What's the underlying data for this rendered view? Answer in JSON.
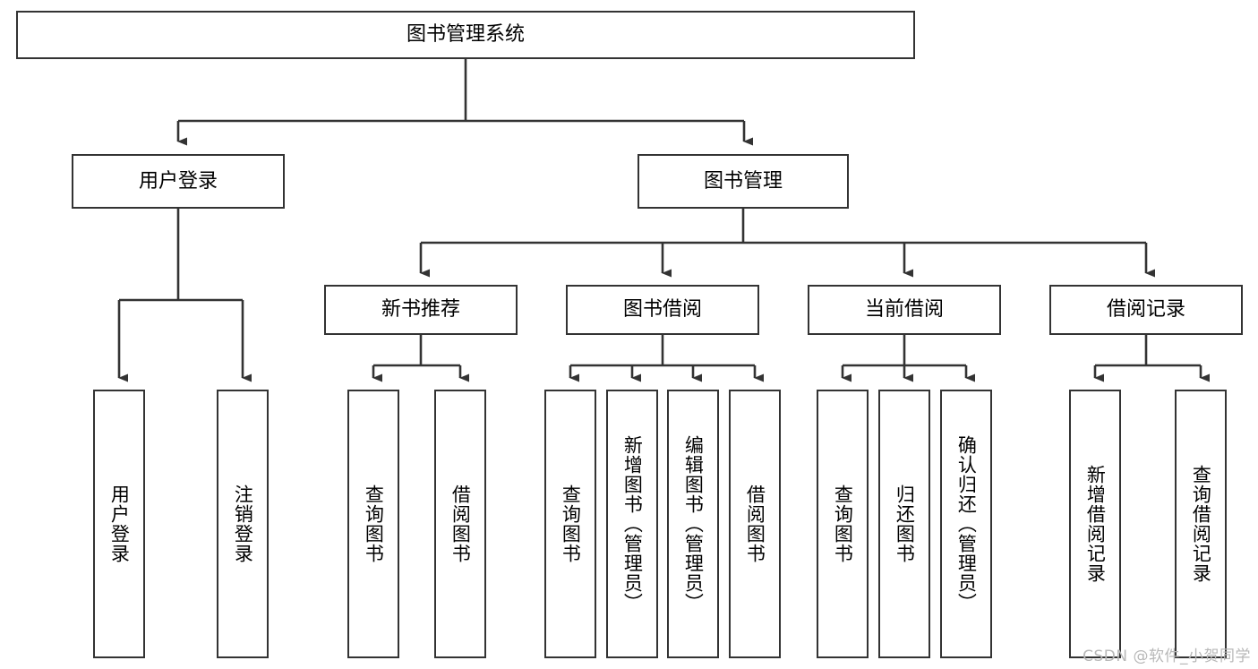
{
  "diagram": {
    "type": "tree-hierarchy",
    "title": "图书管理系统",
    "root": {
      "id": "root",
      "label": "图书管理系统"
    },
    "level2": [
      {
        "id": "user-login",
        "label": "用户登录"
      },
      {
        "id": "book-manage",
        "label": "图书管理"
      }
    ],
    "level3": [
      {
        "id": "new-book-recommend",
        "label": "新书推荐",
        "parent": "book-manage"
      },
      {
        "id": "book-borrow",
        "label": "图书借阅",
        "parent": "book-manage"
      },
      {
        "id": "current-borrow",
        "label": "当前借阅",
        "parent": "book-manage"
      },
      {
        "id": "borrow-record",
        "label": "借阅记录",
        "parent": "book-manage"
      }
    ],
    "leaves": [
      {
        "id": "leaf-user-login",
        "label": "用户登录",
        "parent": "user-login"
      },
      {
        "id": "leaf-logout",
        "label": "注销登录",
        "parent": "user-login"
      },
      {
        "id": "leaf-query-book-1",
        "label": "查询图书",
        "parent": "new-book-recommend"
      },
      {
        "id": "leaf-borrow-book-1",
        "label": "借阅图书",
        "parent": "new-book-recommend"
      },
      {
        "id": "leaf-query-book-2",
        "label": "查询图书",
        "parent": "book-borrow"
      },
      {
        "id": "leaf-add-book",
        "label": "新增图书（管理员）",
        "parent": "book-borrow"
      },
      {
        "id": "leaf-edit-book",
        "label": "编辑图书（管理员）",
        "parent": "book-borrow"
      },
      {
        "id": "leaf-borrow-book-2",
        "label": "借阅图书",
        "parent": "book-borrow"
      },
      {
        "id": "leaf-query-book-3",
        "label": "查询图书",
        "parent": "current-borrow"
      },
      {
        "id": "leaf-return-book",
        "label": "归还图书",
        "parent": "current-borrow"
      },
      {
        "id": "leaf-confirm-return",
        "label": "确认归还（管理员）",
        "parent": "current-borrow"
      },
      {
        "id": "leaf-add-record",
        "label": "新增借阅记录",
        "parent": "borrow-record"
      },
      {
        "id": "leaf-query-record",
        "label": "查询借阅记录",
        "parent": "borrow-record"
      }
    ],
    "watermark": "CSDN @软件_小贺同学",
    "colors": {
      "stroke": "#333333",
      "fill": "#ffffff",
      "text": "#000000",
      "watermark": "#b8b8b8"
    }
  }
}
